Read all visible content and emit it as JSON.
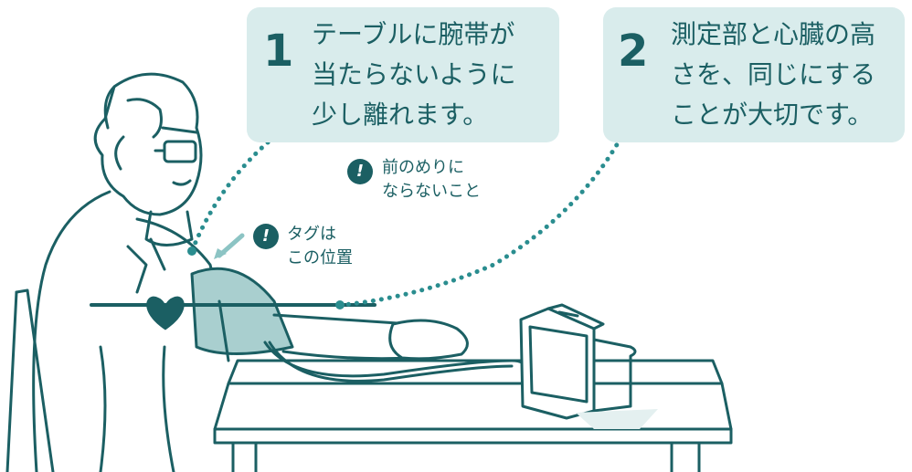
{
  "colors": {
    "teal": "#1b5f63",
    "callout_bg": "#d9ecec",
    "cuff": "#a9cfcf"
  },
  "callout1": {
    "number": "1",
    "lines": [
      "テーブルに腕帯が",
      "当たらないように",
      "少し離れます。"
    ]
  },
  "callout2": {
    "number": "2",
    "lines": [
      "測定部と心臓の高",
      "さを、同じにする",
      "ことが大切です。"
    ]
  },
  "note_posture": {
    "icon": "exclamation-icon",
    "lines": [
      "前のめりに",
      "ならないこと"
    ]
  },
  "note_tag": {
    "icon": "exclamation-icon",
    "lines": [
      "タグは",
      "この位置"
    ]
  },
  "illustration": {
    "subject": "person-seated-measuring-blood-pressure",
    "icons": [
      "heart-icon",
      "cuff-icon",
      "monitor-icon",
      "chair-icon",
      "table-icon"
    ]
  }
}
